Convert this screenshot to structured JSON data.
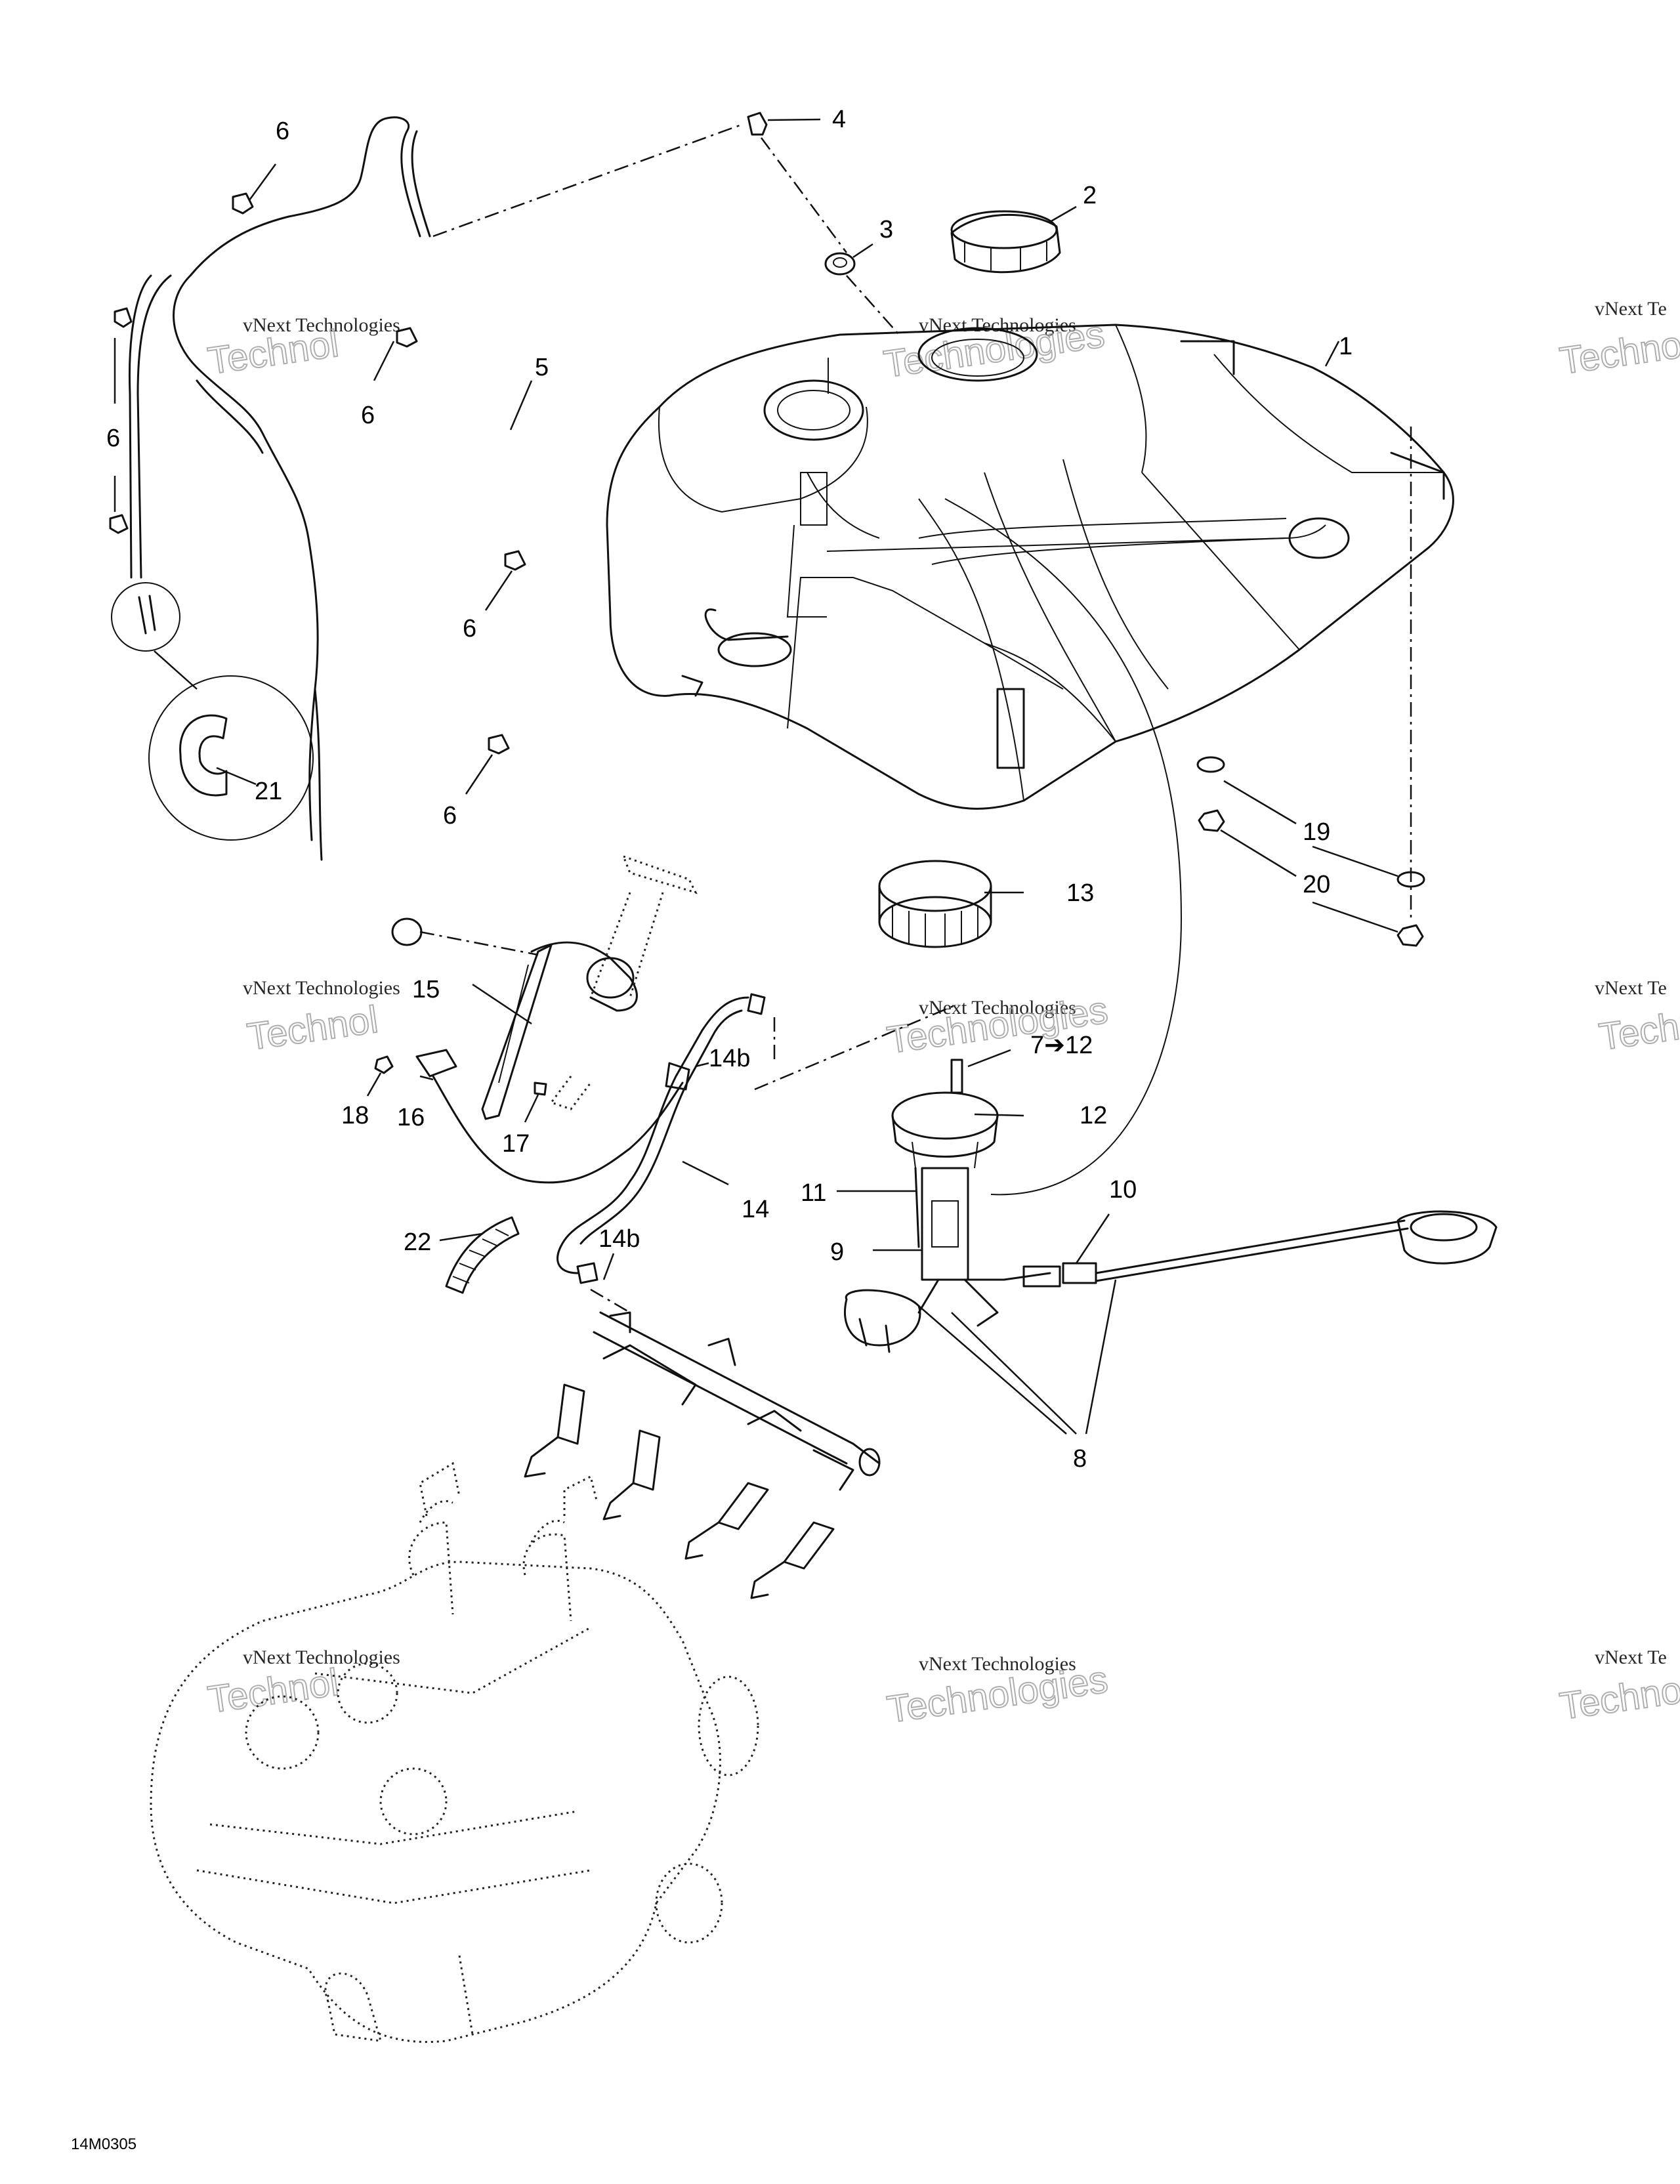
{
  "figure_id": "14M0305",
  "watermark": {
    "line1": "vNext Technologies",
    "line2": "Technologies",
    "line2_partial": "Technol",
    "corner_a": "vNext",
    "corner_b": "vNext Te",
    "corner_c": "Techno"
  },
  "callouts": {
    "c1": "1",
    "c2": "2",
    "c3": "3",
    "c4": "4",
    "c5": "5",
    "c6a": "6",
    "c6b": "6",
    "c6c": "6",
    "c6d": "6",
    "c6e": "6",
    "c7": "7➔12",
    "c8": "8",
    "c9": "9",
    "c10": "10",
    "c11": "11",
    "c12": "12",
    "c13": "13",
    "c14": "14",
    "c14b1": "14b",
    "c14b2": "14b",
    "c15": "15",
    "c16": "16",
    "c17": "17",
    "c18": "18",
    "c19": "19",
    "c20": "20",
    "c21": "21",
    "c22": "22"
  },
  "colors": {
    "line": "#111111",
    "watermark": "#9a9a9a",
    "background": "#ffffff"
  }
}
